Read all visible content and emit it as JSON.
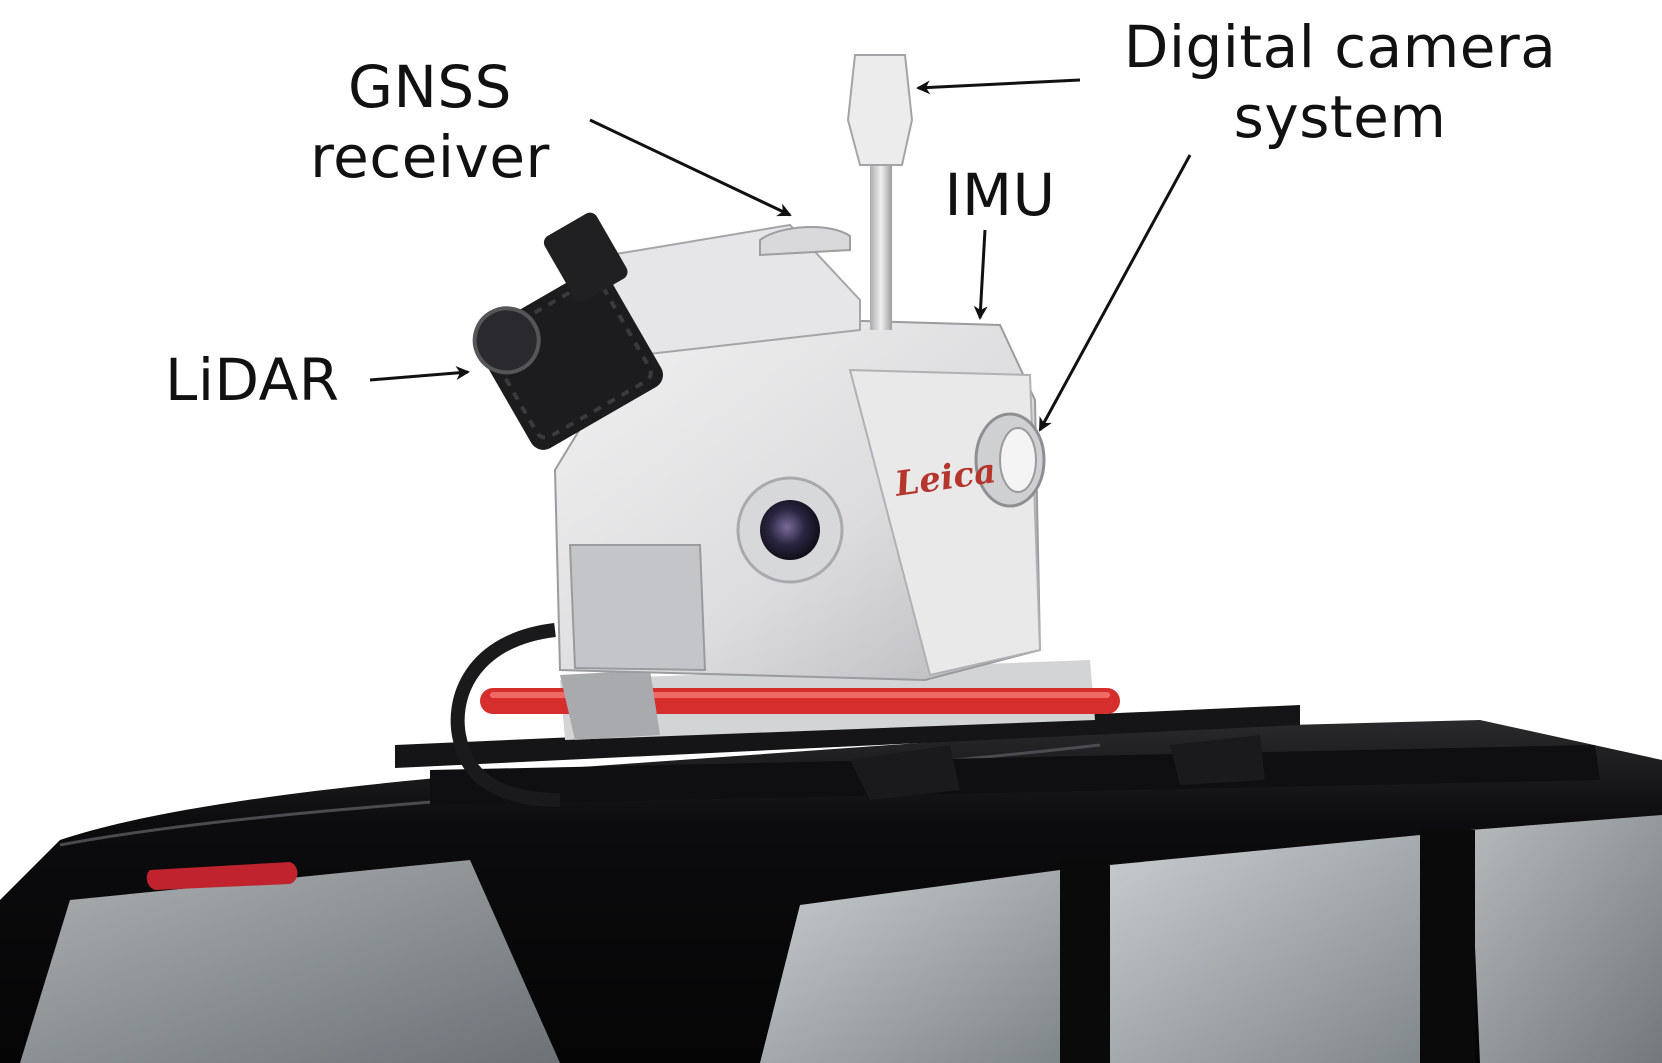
{
  "labels": {
    "gnss": [
      "GNSS",
      "receiver"
    ],
    "camera_top": [
      "Digital camera",
      "system"
    ],
    "imu": "IMU",
    "lidar": "LiDAR"
  },
  "brand": "Leica",
  "colors": {
    "text": "#111111",
    "device_body": "#e4e4e6",
    "device_shadow": "#b9babd",
    "lidar_head": "#1c1c1e",
    "rail_red": "#d62e2c",
    "car_body": "#0c0c0e",
    "window_glass": "#9ea4a8",
    "tail_light": "#c0232d",
    "background": "#ffffff"
  }
}
